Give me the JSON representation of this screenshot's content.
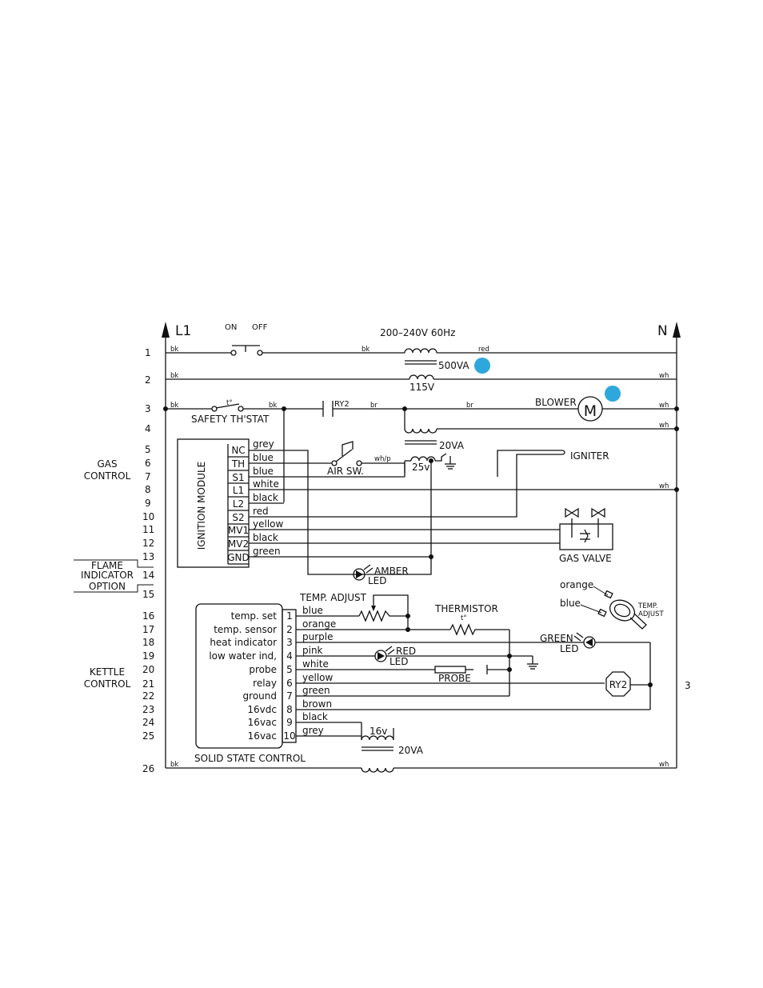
{
  "terminals": {
    "l1": "L1",
    "n": "N"
  },
  "switch": {
    "on": "ON",
    "off": "OFF"
  },
  "supply": "200–240V 60Hz",
  "wire_codes": {
    "bk": "bk",
    "wh": "wh",
    "red": "red",
    "br": "br",
    "whp": "wh/p"
  },
  "row_numbers": [
    "1",
    "2",
    "3",
    "4",
    "5",
    "6",
    "7",
    "8",
    "9",
    "10",
    "11",
    "12",
    "13",
    "14",
    "15",
    "16",
    "17",
    "18",
    "19",
    "20",
    "21",
    "22",
    "23",
    "24",
    "25",
    "26"
  ],
  "page_number": "3",
  "side_labels": {
    "gas_control": [
      "GAS",
      "CONTROL"
    ],
    "flame": [
      "FLAME",
      "INDICATOR",
      "OPTION"
    ],
    "kettle_control": [
      "KETTLE",
      "CONTROL"
    ]
  },
  "transformers": {
    "t500": "500VA",
    "v115": "115V",
    "t20a": "20VA",
    "v25": "25v",
    "t20b": "20VA",
    "v16": "16v"
  },
  "components": {
    "safety": "SAFETY TH'STAT",
    "tdeg": "t°",
    "ry2_contact": "RY2",
    "blower": "BLOWER",
    "motor": "M",
    "air_sw": "AIR SW.",
    "igniter": "IGNITER",
    "gas_valve": "GAS VALVE",
    "amber_led": [
      "AMBER",
      "LED"
    ],
    "temp_adjust": "TEMP. ADJUST",
    "thermistor": "THERMISTOR",
    "red_led": [
      "RED",
      "LED"
    ],
    "probe": "PROBE",
    "green_led": [
      "GREEN",
      "LED"
    ],
    "ry2_relay": "RY2",
    "pot_adjust": [
      "TEMP.",
      "ADJUST"
    ],
    "pot_orange": "orange",
    "pot_blue": "blue"
  },
  "ignition_module": {
    "title": "IGNITION MODULE",
    "pins": [
      "NC",
      "TH",
      "S1",
      "L1",
      "L2",
      "S2",
      "MV1",
      "MV2",
      "GND"
    ],
    "wires": [
      "grey",
      "blue",
      "blue",
      "white",
      "black",
      "red",
      "yellow",
      "black",
      "green"
    ]
  },
  "ssc": {
    "title": "SOLID STATE CONTROL",
    "functions": [
      "temp. set",
      "temp. sensor",
      "heat indicator",
      "low water ind,",
      "probe",
      "relay",
      "ground",
      "16vdc",
      "16vac",
      "16vac"
    ],
    "pins": [
      "1",
      "2",
      "3",
      "4",
      "5",
      "6",
      "7",
      "8",
      "9",
      "10"
    ],
    "wires": [
      "blue",
      "orange",
      "purple",
      "pink",
      "white",
      "yellow",
      "green",
      "brown",
      "black",
      "grey"
    ]
  },
  "markers": {
    "color": "#2ea8dc"
  }
}
